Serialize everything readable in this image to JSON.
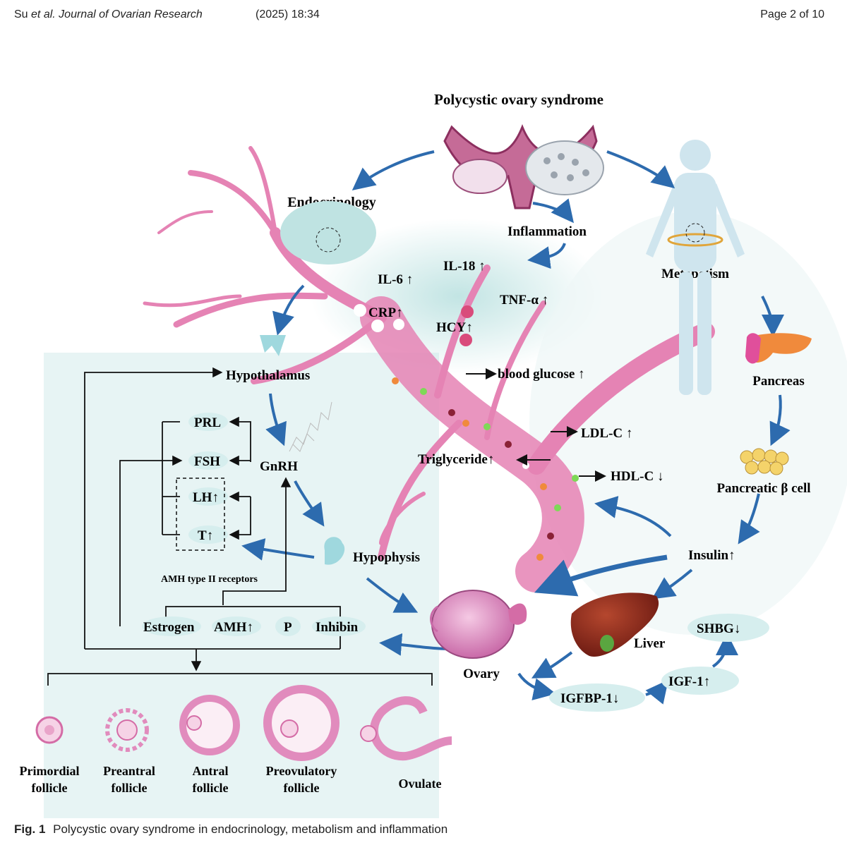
{
  "header": {
    "journal_author": "Su",
    "journal_etal": "et al.",
    "journal_name": "Journal of Ovarian Research",
    "year_vol": "(2025) 18:34",
    "page": "Page 2 of 10"
  },
  "figure": {
    "title": "Polycystic ovary syndrome",
    "branches": {
      "endocrinology": "Endocrinology",
      "inflammation": "Inflammation",
      "metabolism": "Metabolism"
    },
    "inflammation_markers": {
      "il6": "IL-6",
      "il18": "IL-18",
      "crp": "CRP",
      "tnf": "TNF-α",
      "hcy": "HCY"
    },
    "endocrine": {
      "hypothalamus": "Hypothalamus",
      "gnrh": "GnRH",
      "hypophysis": "Hypophysis",
      "prl": "PRL",
      "fsh": "FSH",
      "lh": "LH",
      "t": "T",
      "amh_receptor": "AMH type II receptors",
      "estrogen": "Estrogen",
      "amh": "AMH",
      "p": "P",
      "inhibin": "Inhibin"
    },
    "metabolic": {
      "blood_glucose": "blood glucose",
      "ldl": "LDL-C",
      "hdl": "HDL-C",
      "triglyceride": "Triglyceride",
      "pancreas": "Pancreas",
      "beta_cell": "Pancreatic β cell",
      "insulin": "Insulin",
      "liver": "Liver",
      "shbg": "SHBG",
      "igf1": "IGF-1",
      "igfbp1": "IGFBP-1",
      "ovary": "Ovary"
    },
    "follicles": [
      {
        "line1": "Primordial",
        "line2": "follicle"
      },
      {
        "line1": "Preantral",
        "line2": "follicle"
      },
      {
        "line1": "Antral",
        "line2": "follicle"
      },
      {
        "line1": "Preovulatory",
        "line2": "follicle"
      },
      {
        "line1": "Ovulate",
        "line2": ""
      }
    ],
    "colors": {
      "vessel": "#e583b4",
      "arrow_blue": "#2d6bae",
      "teal_bg": "#dff1f1",
      "label_bubble": "#d6eeee"
    }
  },
  "caption": {
    "label": "Fig. 1",
    "text": "Polycystic ovary syndrome in endocrinology, metabolism and inflammation"
  }
}
